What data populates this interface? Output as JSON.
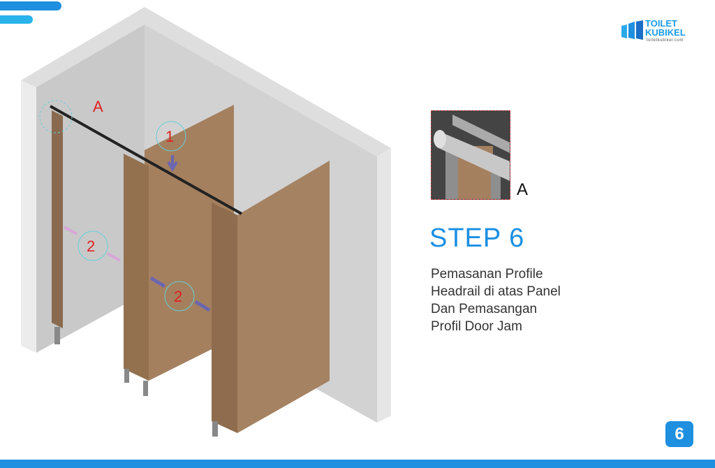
{
  "logo": {
    "line1": "TOILET",
    "line2": "KUBIKEL",
    "url": "toiletkubikel.com"
  },
  "illustration": {
    "label_a": "A",
    "marker_1": "1",
    "marker_2": "2"
  },
  "detail": {
    "label": "A"
  },
  "step": {
    "title": "STEP 6",
    "description": " Pemasanan Profile\nHeadrail di atas Panel\nDan Pemasangan\nProfil Door Jam"
  },
  "page_number": "6",
  "colors": {
    "accent": "#1f8fe0",
    "panel": "#a4805f",
    "marker": "#e02020"
  }
}
